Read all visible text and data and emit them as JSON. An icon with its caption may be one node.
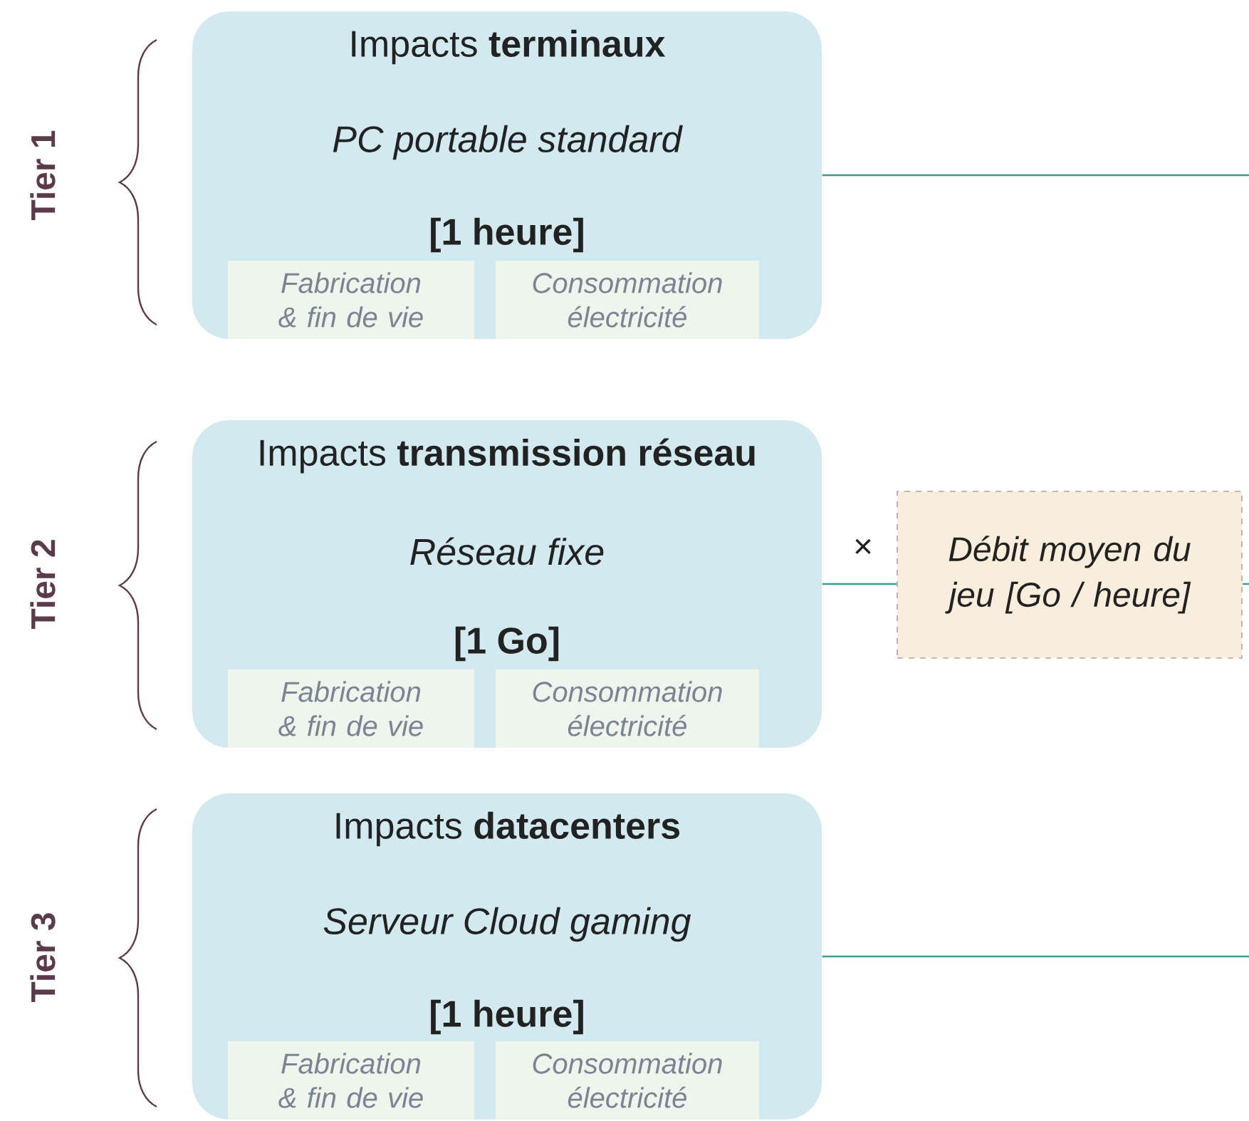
{
  "diagram": {
    "nodes": [
      {
        "text": [
          "Impacts **terminaux**",
          "PC portable standard",
          "[1 heure]"
        ]
      },
      {
        "text": [
          "Fabrication & fin de vie"
        ],
        "in": 0
      },
      {
        "text": [
          "Consommation électricité"
        ],
        "in": 0
      },
      {
        "text": [
          "Impacts **transmission réseau**",
          "Réseau fixe",
          "[1 Go]"
        ]
      },
      {
        "text": [
          "Fabrication & fin de vie"
        ],
        "in": 3
      },
      {
        "text": [
          "Consommation électricité"
        ],
        "in": 3
      },
      {
        "text": [
          "Impacts **datacenters**",
          "Serveur Cloud gaming",
          "[1 heure]"
        ]
      },
      {
        "text": [
          "Fabrication & fin de vie"
        ],
        "in": 6
      },
      {
        "text": [
          "Consommation électricité"
        ],
        "in": 6
      },
      {
        "text": [
          "Débit moyen du jeu [Go / heure]"
        ]
      }
    ],
    "edges": [
      {
        "from": 0,
        "to": null,
        "arrow": "none"
      },
      {
        "from": 3,
        "to": 9,
        "arrow": "none"
      },
      {
        "from": 9,
        "to": null,
        "arrow": "none"
      },
      {
        "from": 6,
        "to": null,
        "arrow": "none"
      }
    ],
    "labels": [
      "Tier 1",
      "Tier 2",
      "×",
      "Tier 3"
    ]
  }
}
